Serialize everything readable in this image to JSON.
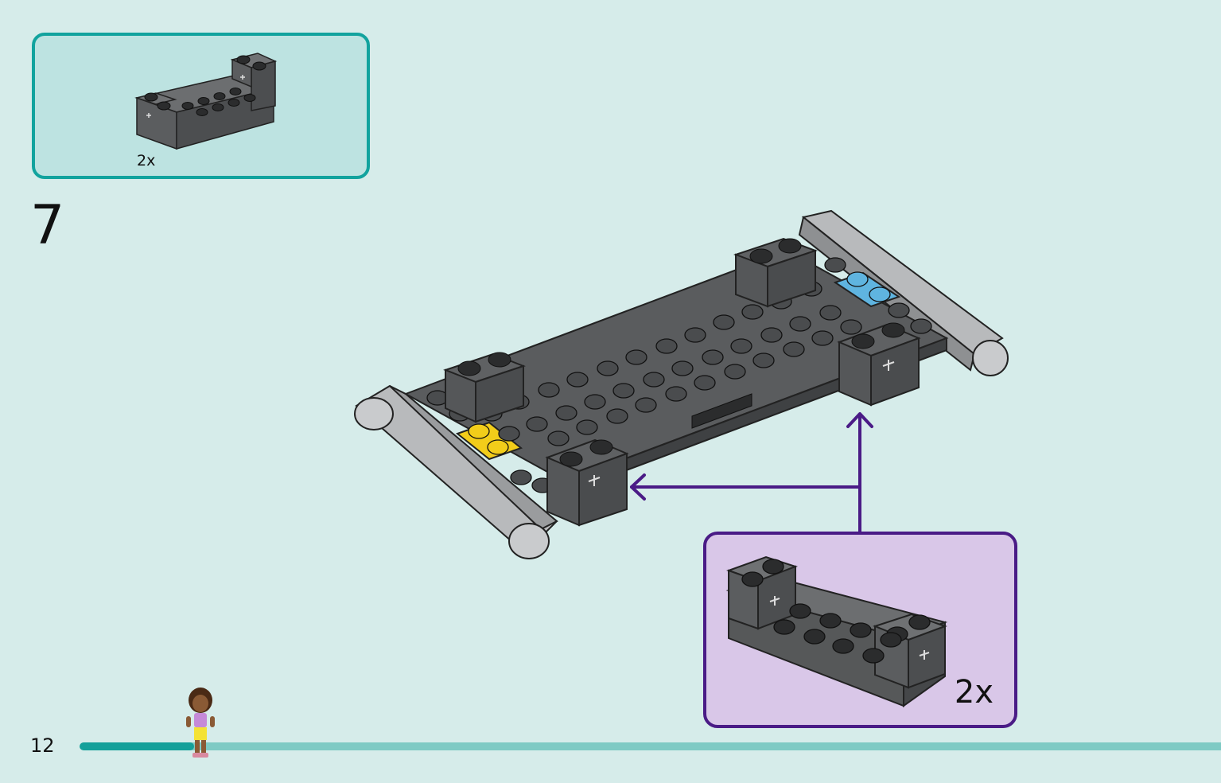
{
  "parts_panel": {
    "quantity": "2x",
    "border_color": "#12a39e",
    "background_color": "#bde3e1"
  },
  "step": {
    "number": "7"
  },
  "callout": {
    "quantity": "2x",
    "border_color": "#4a1b86",
    "background_color": "#d9c7e8"
  },
  "footer": {
    "page_number": "12",
    "progress": 0.1
  },
  "colors": {
    "brick_dark_gray": "#595b5d",
    "brick_light_gray": "#a5a7a9",
    "accent_yellow": "#f2cd1a",
    "accent_blue": "#5fb4e0",
    "arrow_purple": "#4a1b86",
    "progress_fill": "#14a09a",
    "progress_track": "#7ecac4"
  },
  "icons": [
    "axle-hole-icon",
    "minifigure-icon",
    "arrow-up-icon",
    "arrow-left-icon"
  ]
}
